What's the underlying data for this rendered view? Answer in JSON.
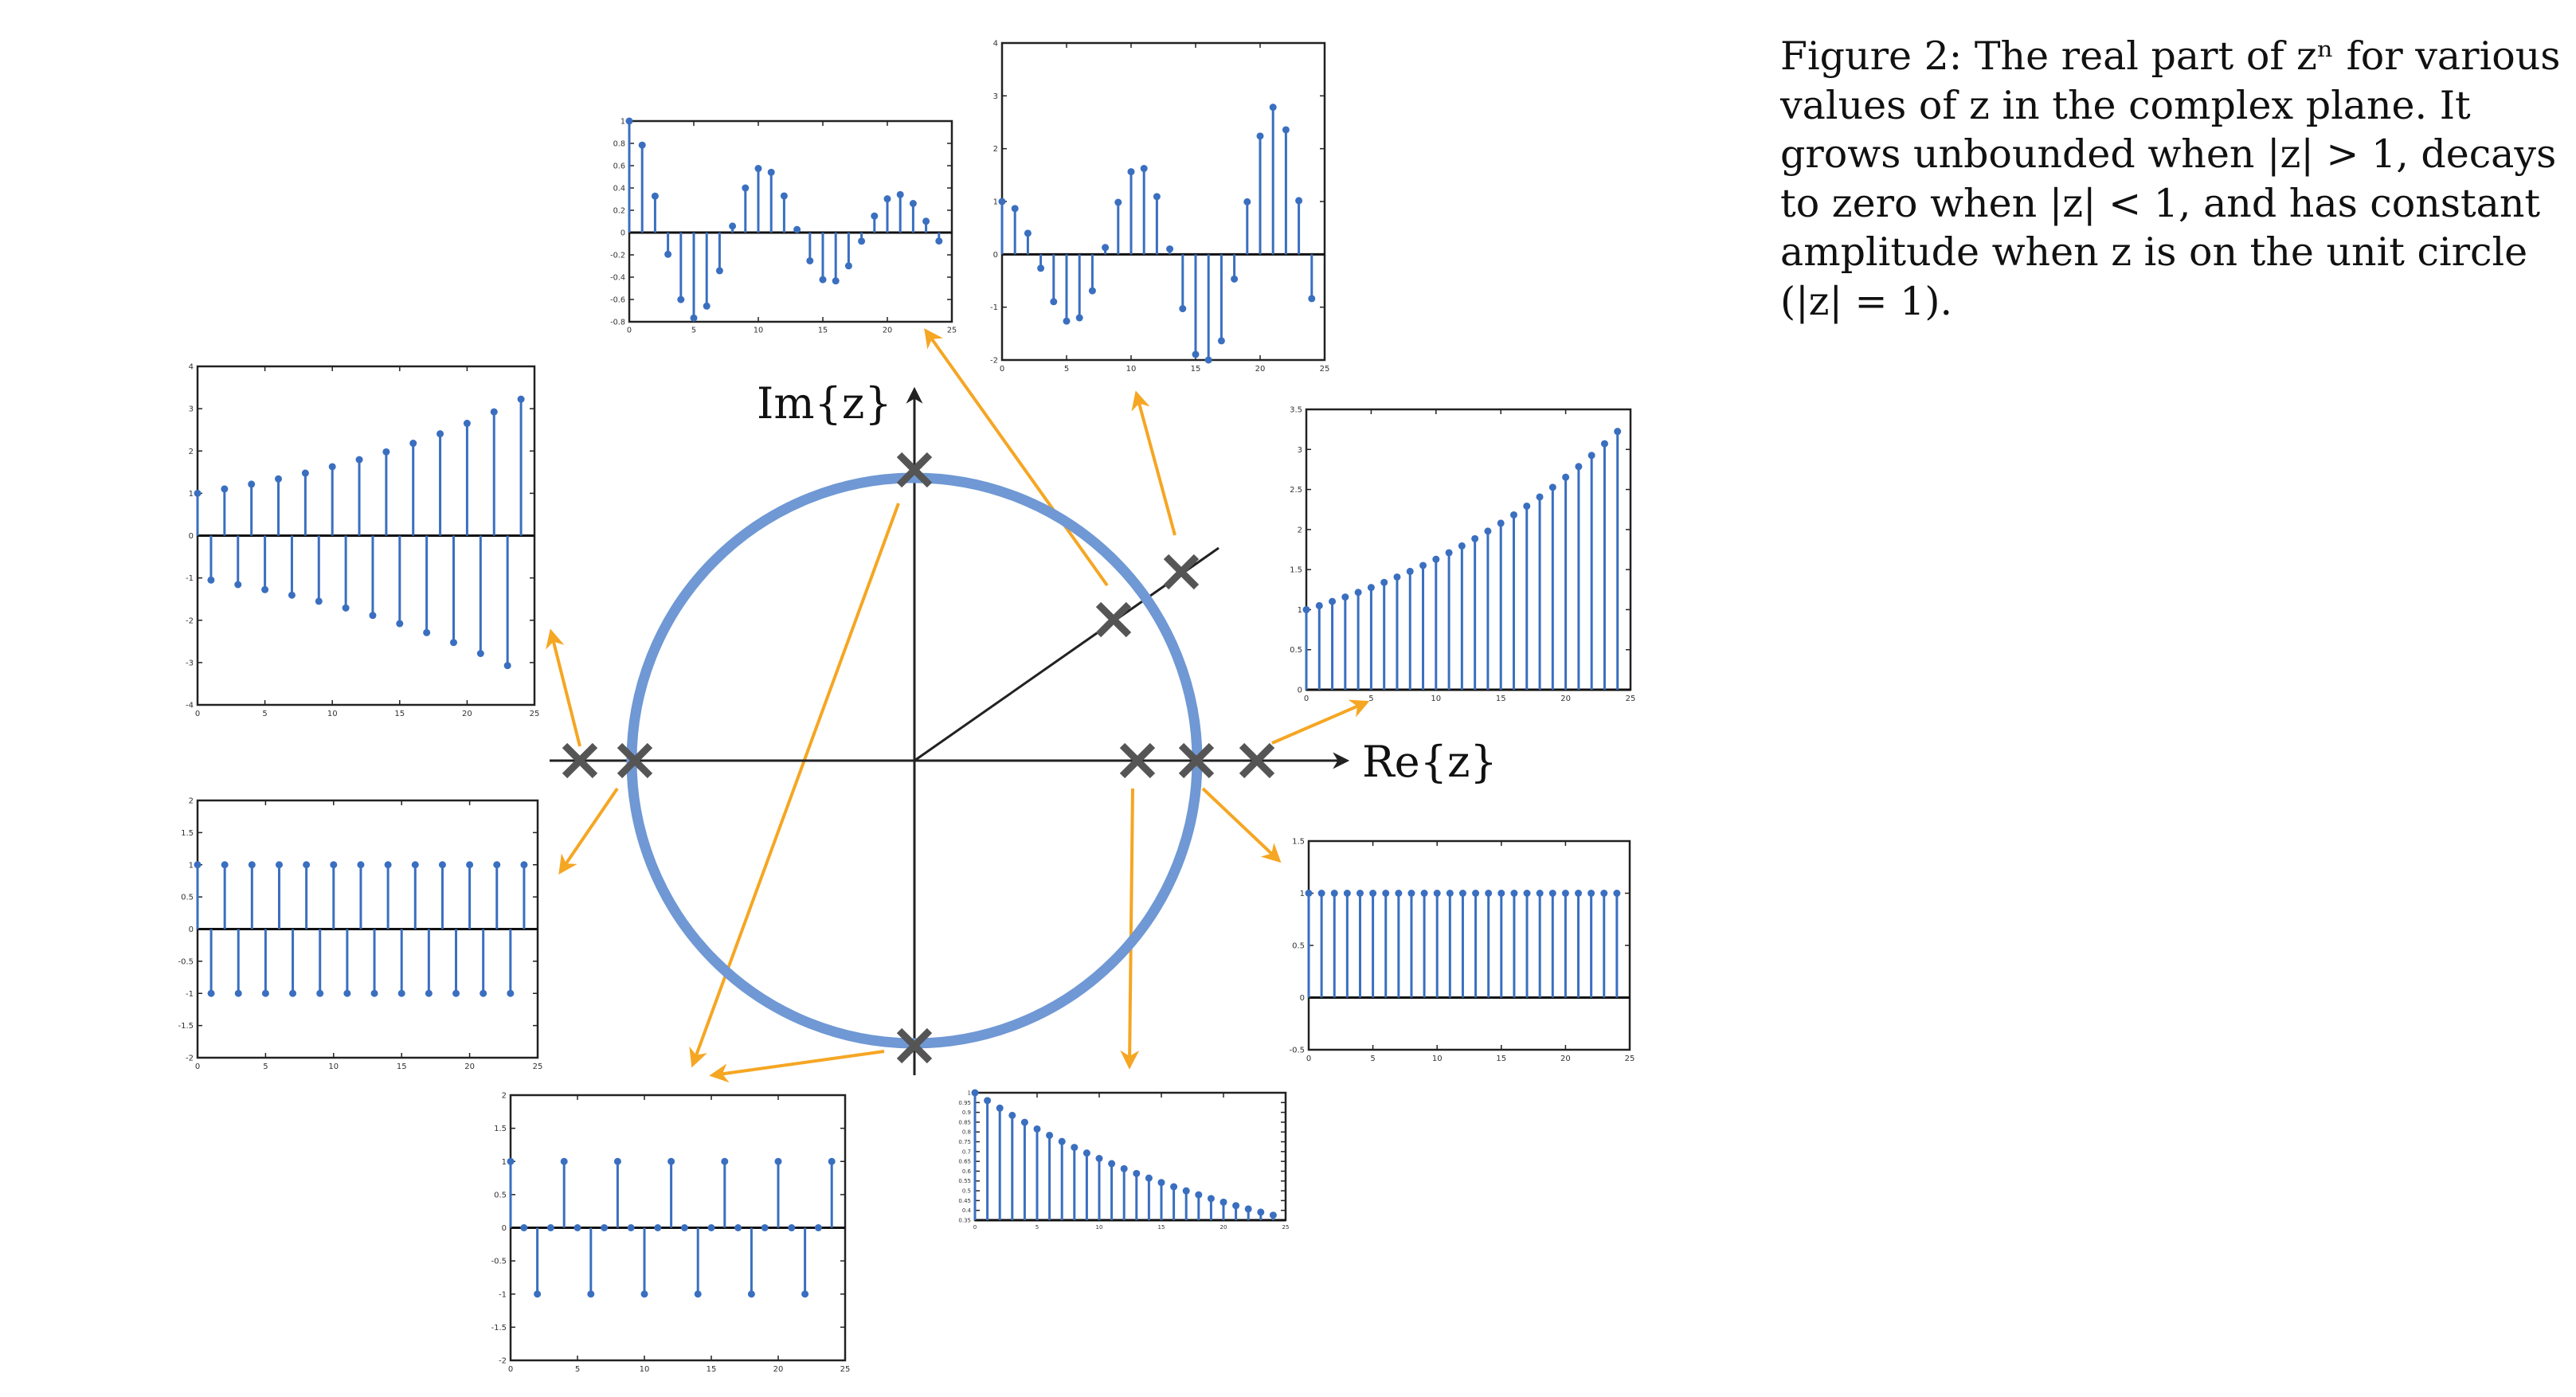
{
  "caption": {
    "lines": [
      "Figure 2: The real part of zⁿ for various",
      "values of z in the complex plane. It",
      "grows unbounded when |z| > 1, decays",
      "to zero when |z| < 1, and has constant",
      "amplitude when z is on the unit circle",
      "(|z| = 1)."
    ]
  },
  "axes": {
    "im_label": "Im{z}",
    "re_label": "Re{z}"
  },
  "colors": {
    "stem": "#3a6fc0",
    "circle": "#6f98d4",
    "arrow": "#f5a623",
    "cross": "#555555",
    "axis": "#222222"
  },
  "plots": [
    {
      "id": "cos-decay",
      "xmax": 25,
      "ymin": -0.8,
      "ymax": 1,
      "r": 0.95,
      "w": 0.6,
      "xticks": [
        "0",
        "5",
        "10",
        "15",
        "20",
        "25"
      ],
      "yticks": [
        "-0.8",
        "-0.6",
        "-0.4",
        "-0.2",
        "0",
        "0.2",
        "0.4",
        "0.6",
        "0.8",
        "1"
      ]
    },
    {
      "id": "cos-grow",
      "xmax": 25,
      "ymin": -2,
      "ymax": 4,
      "r": 1.05,
      "w": 0.6,
      "xticks": [
        "0",
        "5",
        "10",
        "15",
        "20",
        "25"
      ],
      "yticks": [
        "-2",
        "-1",
        "0",
        "1",
        "2",
        "3",
        "4"
      ]
    },
    {
      "id": "alt-grow",
      "xmax": 25,
      "ymin": -4,
      "ymax": 4,
      "r": -1.05,
      "w": 0,
      "xticks": [
        "0",
        "5",
        "10",
        "15",
        "20",
        "25"
      ],
      "yticks": [
        "-4",
        "-3",
        "-2",
        "-1",
        "0",
        "1",
        "2",
        "3",
        "4"
      ]
    },
    {
      "id": "pos-grow",
      "xmax": 25,
      "ymin": 0,
      "ymax": 3.5,
      "r": 1.05,
      "w": 0,
      "xticks": [
        "0",
        "5",
        "10",
        "15",
        "20",
        "25"
      ],
      "yticks": [
        "0",
        "0.5",
        "1",
        "1.5",
        "2",
        "2.5",
        "3",
        "3.5"
      ]
    },
    {
      "id": "alt-unit",
      "xmax": 25,
      "ymin": -2,
      "ymax": 2,
      "r": -1,
      "w": 0,
      "xticks": [
        "0",
        "5",
        "10",
        "15",
        "20",
        "25"
      ],
      "yticks": [
        "-2",
        "-1.5",
        "-1",
        "-0.5",
        "0",
        "0.5",
        "1",
        "1.5",
        "2"
      ]
    },
    {
      "id": "pos-unit",
      "xmax": 25,
      "ymin": -0.5,
      "ymax": 1.5,
      "r": 1,
      "w": 0,
      "xticks": [
        "0",
        "5",
        "10",
        "15",
        "20",
        "25"
      ],
      "yticks": [
        "-0.5",
        "0",
        "0.5",
        "1",
        "1.5"
      ]
    },
    {
      "id": "quarter-unit",
      "xmax": 25,
      "ymin": -2,
      "ymax": 2,
      "r": 1,
      "w": 1.5708,
      "xticks": [
        "0",
        "5",
        "10",
        "15",
        "20",
        "25"
      ],
      "yticks": [
        "-2",
        "-1.5",
        "-1",
        "-0.5",
        "0",
        "0.5",
        "1",
        "1.5",
        "2"
      ]
    },
    {
      "id": "pos-decay",
      "xmax": 25,
      "ymin": 0.35,
      "ymax": 1,
      "r": 0.96,
      "w": 0,
      "xticks": [
        "0",
        "5",
        "10",
        "15",
        "20",
        "25"
      ],
      "yticks": [
        "0.35",
        "0.4",
        "0.45",
        "0.5",
        "0.55",
        "0.6",
        "0.65",
        "0.7",
        "0.75",
        "0.8",
        "0.85",
        "0.9",
        "0.95",
        "1"
      ]
    }
  ]
}
